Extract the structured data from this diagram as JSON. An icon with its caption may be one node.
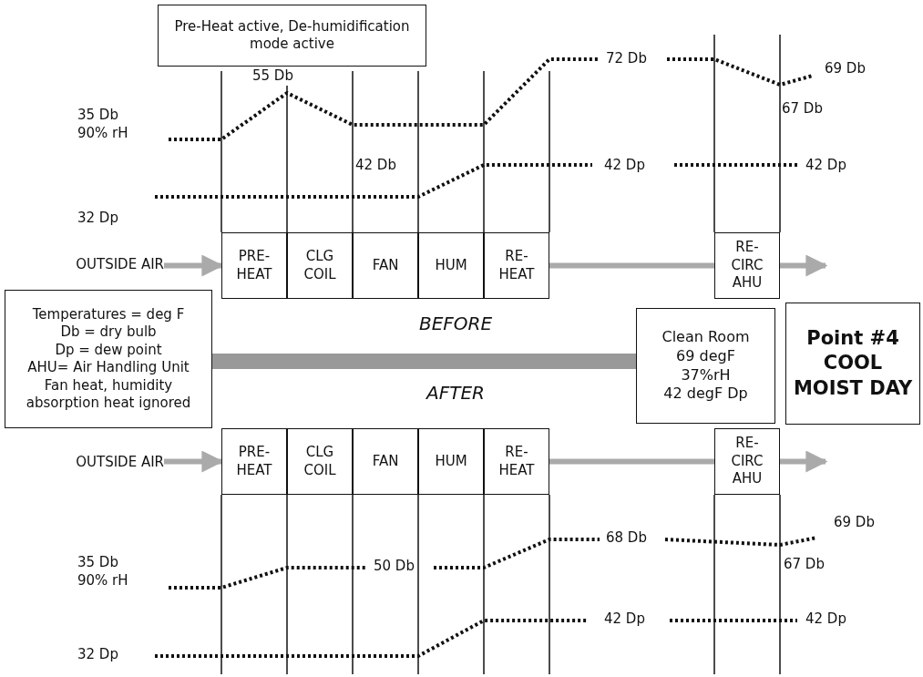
{
  "diagram": {
    "nodes": [
      {
        "text": [
          "Pre-Heat active, De-humidification mode active"
        ]
      },
      {
        "text": [
          "OUTSIDE AIR"
        ]
      },
      {
        "text": [
          "PRE-HEAT"
        ]
      },
      {
        "text": [
          "CLG COIL"
        ]
      },
      {
        "text": [
          "FAN"
        ]
      },
      {
        "text": [
          "HUM"
        ]
      },
      {
        "text": [
          "RE-HEAT"
        ]
      },
      {
        "text": [
          "RE-CIRC AHU"
        ]
      },
      {
        "text": [
          "Temperatures = deg F",
          "Db = dry bulb",
          "Dp = dew point",
          "AHU= Air Handling Unit",
          "Fan heat, humidity absorption heat ignored"
        ]
      },
      {
        "text": [
          "Clean Room",
          "69 degF",
          "37%rH",
          "42 degF Dp"
        ]
      },
      {
        "text": [
          "Point #4",
          "COOL MOIST DAY"
        ]
      },
      {
        "text": [
          "OUTSIDE AIR"
        ]
      },
      {
        "text": [
          "PRE-HEAT"
        ]
      },
      {
        "text": [
          "CLG COIL"
        ]
      },
      {
        "text": [
          "FAN"
        ]
      },
      {
        "text": [
          "HUM"
        ]
      },
      {
        "text": [
          "RE-HEAT"
        ]
      },
      {
        "text": [
          "RE-CIRC AHU"
        ]
      },
      {
        "text": [],
        "shape": "bar"
      }
    ],
    "edges": [
      {
        "from": 1,
        "to": 2,
        "arrow": "to"
      },
      {
        "from": 6,
        "to": 7,
        "arrow": "none"
      },
      {
        "from": 7,
        "to": null,
        "arrow": "to"
      },
      {
        "from": 11,
        "to": 12,
        "arrow": "to"
      },
      {
        "from": 16,
        "to": 17,
        "arrow": "none"
      },
      {
        "from": 17,
        "to": null,
        "arrow": "to"
      }
    ],
    "labels": [
      "55 Db",
      "72 Db",
      "69 Db",
      "35 Db 90% rH",
      "67 Db",
      "42 Db",
      "42 Dp",
      "42 Dp",
      "32 Dp",
      "BEFORE",
      "AFTER",
      "69 Db",
      "68 Db",
      "35 Db 90% rH",
      "50 Db",
      "67 Db",
      "42 Dp",
      "42 Dp",
      "32 Dp"
    ]
  }
}
